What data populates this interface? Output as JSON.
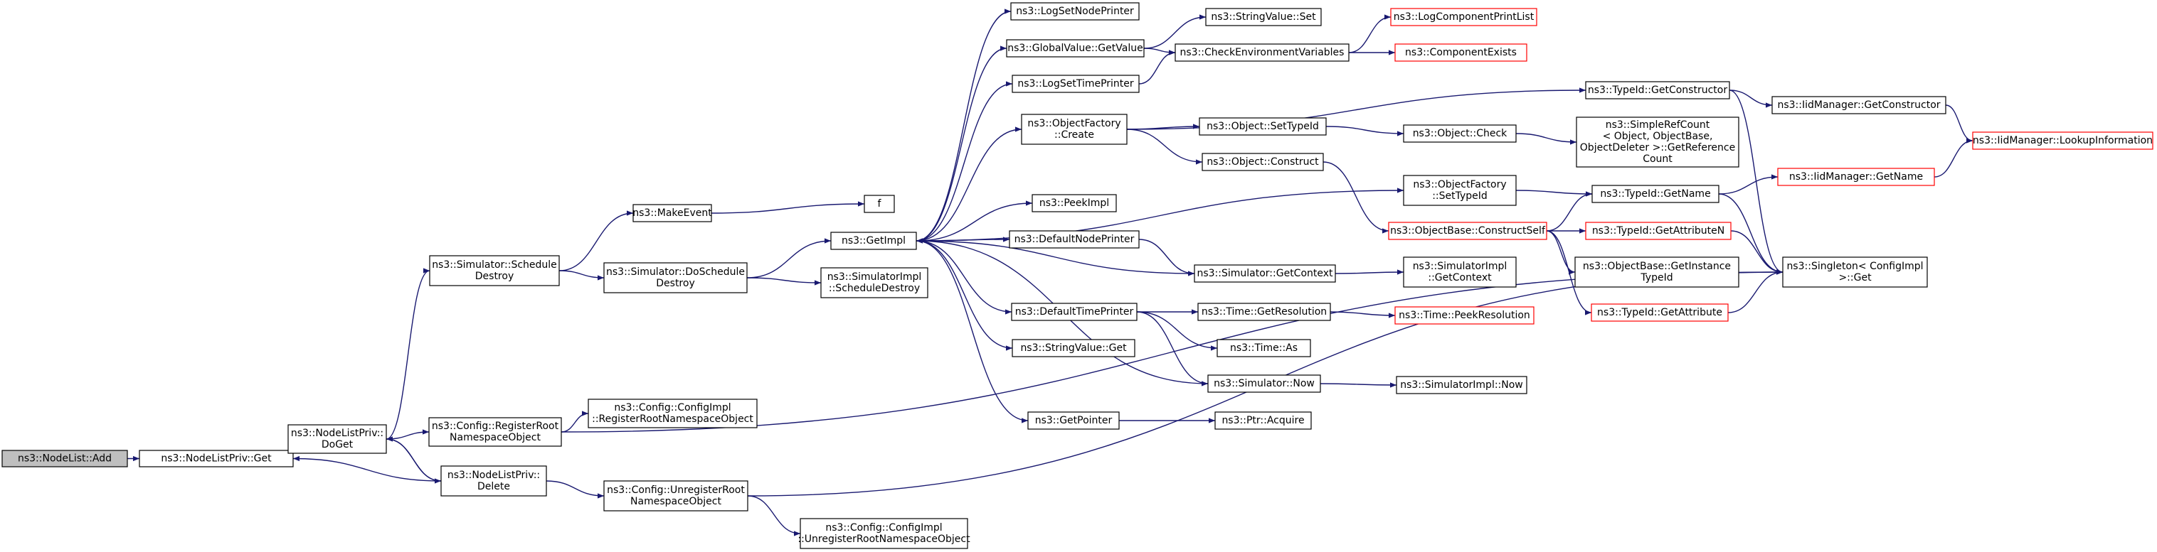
{
  "colors": {
    "edge": "#191970",
    "node_border": "#000000",
    "node_border_undocumented": "#ff0000",
    "focus_fill": "#bfbfbf",
    "node_fill": "#ffffff"
  },
  "nodes": [
    {
      "id": "nodelist_add",
      "lines": [
        "ns3::NodeList::Add"
      ],
      "focus": true
    },
    {
      "id": "nlp_get",
      "lines": [
        "ns3::NodeListPriv::Get"
      ]
    },
    {
      "id": "nlp_doget",
      "lines": [
        "ns3::NodeListPriv::",
        "DoGet"
      ]
    },
    {
      "id": "nlp_delete",
      "lines": [
        "ns3::NodeListPriv::",
        "Delete"
      ]
    },
    {
      "id": "sim_schedule_destroy",
      "lines": [
        "ns3::Simulator::Schedule",
        "Destroy"
      ]
    },
    {
      "id": "config_register_root",
      "lines": [
        "ns3::Config::RegisterRoot",
        "NamespaceObject"
      ]
    },
    {
      "id": "configimpl_register_root",
      "lines": [
        "ns3::Config::ConfigImpl",
        "::RegisterRootNamespaceObject"
      ]
    },
    {
      "id": "config_unregister_root",
      "lines": [
        "ns3::Config::UnregisterRoot",
        "NamespaceObject"
      ]
    },
    {
      "id": "configimpl_unregister_root",
      "lines": [
        "ns3::Config::ConfigImpl",
        "::UnregisterRootNamespaceObject"
      ]
    },
    {
      "id": "make_event",
      "lines": [
        "ns3::MakeEvent"
      ]
    },
    {
      "id": "sim_do_schedule_destroy",
      "lines": [
        "ns3::Simulator::DoSchedule",
        "Destroy"
      ]
    },
    {
      "id": "f",
      "lines": [
        "f"
      ]
    },
    {
      "id": "get_impl",
      "lines": [
        "ns3::GetImpl"
      ]
    },
    {
      "id": "simimpl_schedule_destroy",
      "lines": [
        "ns3::SimulatorImpl",
        "::ScheduleDestroy"
      ]
    },
    {
      "id": "log_set_node_printer",
      "lines": [
        "ns3::LogSetNodePrinter"
      ]
    },
    {
      "id": "globalvalue_getvalue",
      "lines": [
        "ns3::GlobalValue::GetValue"
      ]
    },
    {
      "id": "log_set_time_printer",
      "lines": [
        "ns3::LogSetTimePrinter"
      ]
    },
    {
      "id": "objectfactory_create",
      "lines": [
        "ns3::ObjectFactory",
        "::Create"
      ]
    },
    {
      "id": "peek_impl",
      "lines": [
        "ns3::PeekImpl"
      ]
    },
    {
      "id": "default_node_printer",
      "lines": [
        "ns3::DefaultNodePrinter"
      ]
    },
    {
      "id": "default_time_printer",
      "lines": [
        "ns3::DefaultTimePrinter"
      ]
    },
    {
      "id": "stringvalue_get",
      "lines": [
        "ns3::StringValue::Get"
      ]
    },
    {
      "id": "get_pointer",
      "lines": [
        "ns3::GetPointer"
      ]
    },
    {
      "id": "stringvalue_set",
      "lines": [
        "ns3::StringValue::Set"
      ]
    },
    {
      "id": "check_env_vars",
      "lines": [
        "ns3::CheckEnvironmentVariables"
      ]
    },
    {
      "id": "object_settypeid",
      "lines": [
        "ns3::Object::SetTypeId"
      ]
    },
    {
      "id": "object_construct",
      "lines": [
        "ns3::Object::Construct"
      ]
    },
    {
      "id": "sim_getcontext",
      "lines": [
        "ns3::Simulator::GetContext"
      ]
    },
    {
      "id": "time_getresolution",
      "lines": [
        "ns3::Time::GetResolution"
      ]
    },
    {
      "id": "time_as",
      "lines": [
        "ns3::Time::As"
      ]
    },
    {
      "id": "sim_now",
      "lines": [
        "ns3::Simulator::Now"
      ]
    },
    {
      "id": "ptr_acquire",
      "lines": [
        "ns3::Ptr::Acquire"
      ]
    },
    {
      "id": "log_component_print_list",
      "lines": [
        "ns3::LogComponentPrintList"
      ],
      "undocumented": true
    },
    {
      "id": "component_exists",
      "lines": [
        "ns3::ComponentExists"
      ],
      "undocumented": true
    },
    {
      "id": "object_check",
      "lines": [
        "ns3::Object::Check"
      ]
    },
    {
      "id": "objectfactory_settypeid",
      "lines": [
        "ns3::ObjectFactory",
        "::SetTypeId"
      ]
    },
    {
      "id": "objectbase_constructself",
      "lines": [
        "ns3::ObjectBase::ConstructSelf"
      ],
      "undocumented": true
    },
    {
      "id": "simimpl_getcontext",
      "lines": [
        "ns3::SimulatorImpl",
        "::GetContext"
      ]
    },
    {
      "id": "time_peekresolution",
      "lines": [
        "ns3::Time::PeekResolution"
      ],
      "undocumented": true
    },
    {
      "id": "simimpl_now",
      "lines": [
        "ns3::SimulatorImpl::Now"
      ]
    },
    {
      "id": "typeid_getconstructor",
      "lines": [
        "ns3::TypeId::GetConstructor"
      ]
    },
    {
      "id": "simplerefcount",
      "lines": [
        "ns3::SimpleRefCount",
        "< Object, ObjectBase,",
        " ObjectDeleter >::GetReference",
        "Count"
      ]
    },
    {
      "id": "typeid_getname",
      "lines": [
        "ns3::TypeId::GetName"
      ]
    },
    {
      "id": "typeid_getattributen",
      "lines": [
        "ns3::TypeId::GetAttributeN"
      ],
      "undocumented": true
    },
    {
      "id": "objectbase_getinstancetypeid",
      "lines": [
        "ns3::ObjectBase::GetInstance",
        "TypeId"
      ]
    },
    {
      "id": "typeid_getattribute",
      "lines": [
        "ns3::TypeId::GetAttribute"
      ],
      "undocumented": true
    },
    {
      "id": "iidmanager_getconstructor",
      "lines": [
        "ns3::IidManager::GetConstructor"
      ]
    },
    {
      "id": "iidmanager_getname",
      "lines": [
        "ns3::IidManager::GetName"
      ],
      "undocumented": true
    },
    {
      "id": "singleton_get",
      "lines": [
        "ns3::Singleton< ConfigImpl",
        " >::Get"
      ]
    },
    {
      "id": "iidmanager_lookupinformation",
      "lines": [
        "ns3::IidManager::LookupInformation"
      ],
      "undocumented": true
    }
  ]
}
